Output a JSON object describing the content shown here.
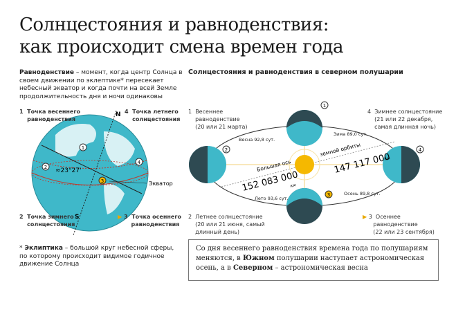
{
  "title": {
    "line1": "Солнцестояния и равноденствия:",
    "line2": "как происходит смена времен года"
  },
  "definition": {
    "term": "Равноденствие",
    "text": " – момент, когда центр Солнца в своем движении по эклептике* пересекает небесный экватор и когда почти на всей Земле продолжительность дня и ночи одинаковы"
  },
  "left_points": [
    {
      "num": "1",
      "line1": "Точка весеннего",
      "line2": "равноденствия"
    },
    {
      "num": "4",
      "line1": "Точка летнего",
      "line2": "солнцестояния"
    },
    {
      "num": "2",
      "line1": "Точка зимнего",
      "line2": "солнцестояния"
    },
    {
      "num": "3",
      "line1": "Точка осеннего",
      "line2": "равноденствия"
    }
  ],
  "globe_labels": {
    "north": "N",
    "south": "S",
    "angle": "≈23°27'",
    "equator": "Экватор",
    "m1": "1",
    "m2": "2",
    "m3": "3",
    "m4": "4"
  },
  "footnote": {
    "term": "Эклиптика",
    "text": " – большой круг небесной сферы, по которому происходит видимое годичное движение Солнца"
  },
  "orbit": {
    "subtitle": "Солнцестояния и равноденствия в северном полушарии",
    "events": [
      {
        "num": "1",
        "line1": "Весеннее",
        "line2": "равноденствие",
        "line3": "(20 или 21 марта)"
      },
      {
        "num": "4",
        "line1": "Зимнее солнцестояние",
        "line2": "(21 или 22 декабря,",
        "line3": "самая длинная ночь)"
      },
      {
        "num": "2",
        "line1": "Летнее солнцестояние",
        "line2": "(20 или 21 июня, самый",
        "line3": "длинный день)"
      },
      {
        "num": "3",
        "line1": "Осеннее",
        "line2": "равноденствие",
        "line3": "(22 или 23 сентября)"
      }
    ],
    "seasons": {
      "spring": "Весна 92,8 сут.",
      "winter": "Зима 89,0 сут.",
      "summer": "Лето 93,6 сут.",
      "autumn": "Осень 89,8 сут."
    },
    "axis_label": "Большая ось",
    "orbit_label": "земной орбиты",
    "dist_far": "152 083 000",
    "dist_near": "147 117 000",
    "km": "км"
  },
  "note": {
    "p1": "Со дня весеннего равноденствия  времена года по полушариям меняются, в ",
    "b1": "Южном",
    "p2": " полушарии наступает астрономическая осень, а в ",
    "b2": "Северном",
    "p3": " – астрономическая весна"
  },
  "colors": {
    "ocean": "#3fb8c9",
    "land": "#d8f1f4",
    "night": "#2e4a52",
    "sun": "#f5b800",
    "orbit": "#333333"
  }
}
